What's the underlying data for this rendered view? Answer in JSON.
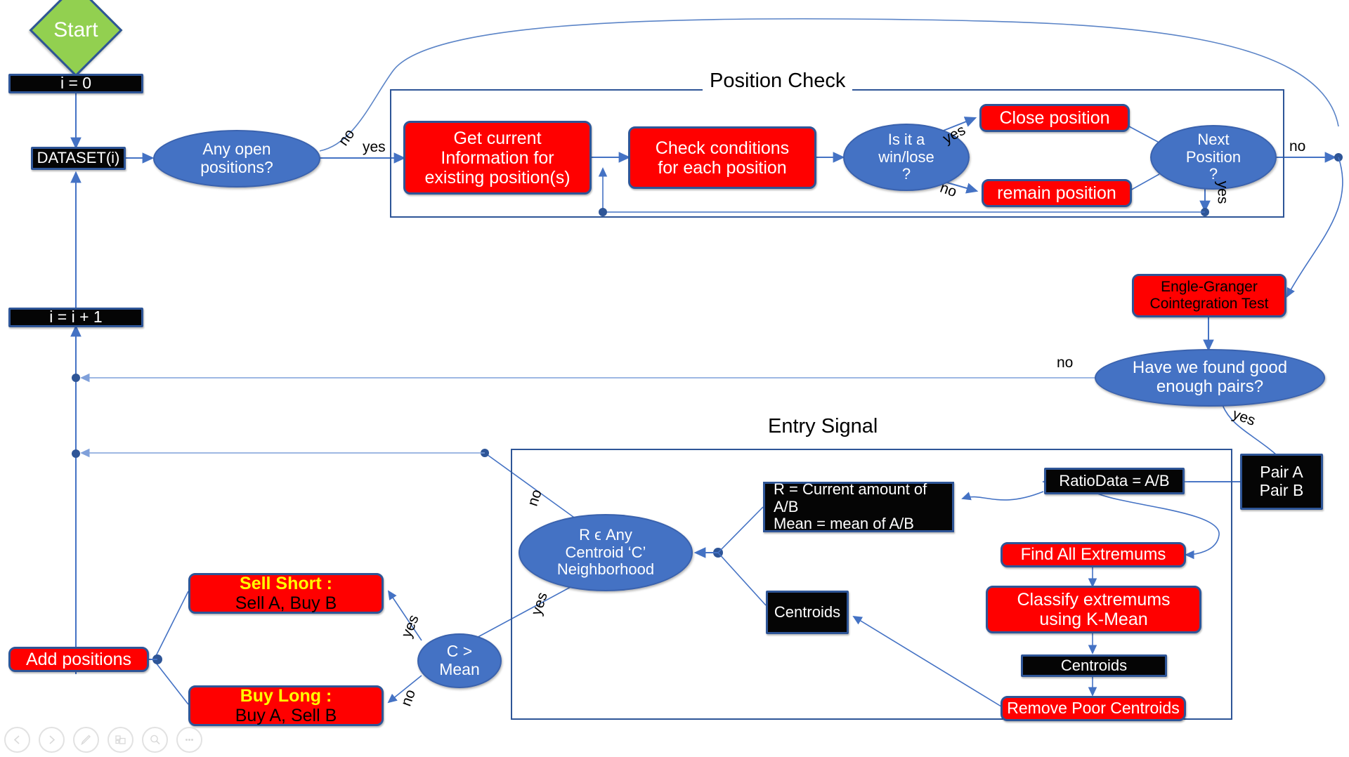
{
  "diagram": {
    "title": "Pairs Trading Strategy Flowchart",
    "colors": {
      "red": "#FF0000",
      "black": "#050505",
      "blue_ellipse": "#4472C4",
      "green_diamond": "#92D050",
      "border_blue": "#2E5597",
      "yellow_text": "#FFFF00"
    }
  },
  "groups": [
    {
      "id": "position-check",
      "title": "Position Check"
    },
    {
      "id": "entry-signal",
      "title": "Entry Signal"
    }
  ],
  "nodes": {
    "start": "Start",
    "i_zero": "i = 0",
    "dataset": "DATASET(i)",
    "i_increment": "i = i + 1",
    "any_open_positions": "Any open\npositions?",
    "get_current_info": "Get current\nInformation for\nexisting position(s)",
    "check_conditions": "Check conditions\nfor each position",
    "is_win_lose": "Is it a\nwin/lose\n?",
    "close_position": "Close position",
    "remain_position": "remain position",
    "next_position": "Next\nPosition\n?",
    "engle_granger": "Engle-Granger\nCointegration Test",
    "found_good_pairs": "Have we found good\nenough pairs?",
    "pair_ab": "Pair A\nPair B",
    "ratio_data": "RatioData = A/B",
    "r_mean_info": "R = Current amount of A/B\nMean = mean of A/B",
    "find_extremums": "Find All Extremums",
    "classify_extremums": "Classify extremums\nusing K-Mean",
    "centroids_out": "Centroids",
    "remove_poor_centroids": "Remove Poor Centroids",
    "centroids_in": "Centroids",
    "r_in_centroid": "R ϵ Any\nCentroid ‘C’\nNeighborhood",
    "c_gt_mean": "C >\nMean",
    "sell_short_title": "Sell Short :",
    "sell_short_body": "Sell A, Buy B",
    "buy_long_title": "Buy Long :",
    "buy_long_body": "Buy A, Sell B",
    "add_positions": "Add positions"
  },
  "edge_labels": {
    "open_pos_no": "no",
    "open_pos_yes": "yes",
    "win_lose_yes": "yes",
    "win_lose_no": "no",
    "next_pos_no": "no",
    "next_pos_yes": "yes",
    "pairs_no": "no",
    "pairs_yes": "yes",
    "centroid_no": "no",
    "centroid_yes": "yes",
    "c_mean_yes": "yes",
    "c_mean_no": "no"
  },
  "toolbar": [
    {
      "name": "previous-slide",
      "glyph": "prev"
    },
    {
      "name": "next-slide",
      "glyph": "next"
    },
    {
      "name": "pen",
      "glyph": "pen"
    },
    {
      "name": "slide-overview",
      "glyph": "grid"
    },
    {
      "name": "zoom",
      "glyph": "magnifier"
    },
    {
      "name": "more-options",
      "glyph": "dots"
    }
  ]
}
